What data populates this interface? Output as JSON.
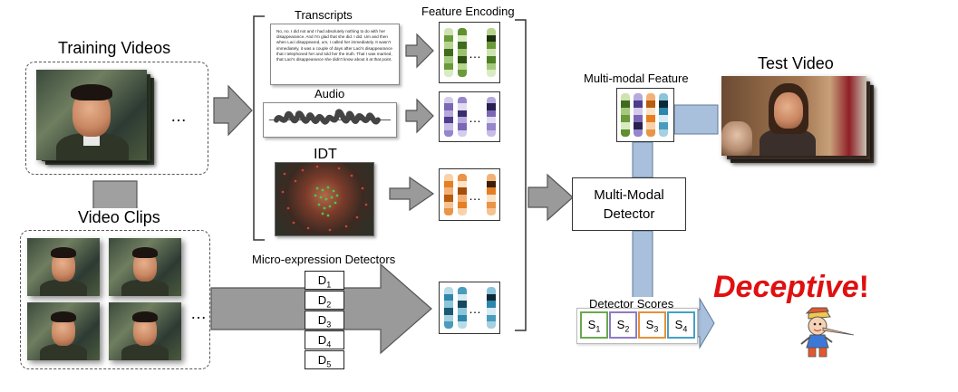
{
  "labels": {
    "training_videos": "Training Videos",
    "video_clips": "Video Clips",
    "transcripts": "Transcripts",
    "audio": "Audio",
    "idt": "IDT",
    "feature_encoding": "Feature Encoding",
    "micro_expression_detectors": "Micro-expression Detectors",
    "multi_modal_feature": "Multi-modal Feature",
    "test_video": "Test Video",
    "multi_modal_detector_line1": "Multi-Modal",
    "multi_modal_detector_line2": "Detector",
    "detector_scores": "Detector Scores",
    "deceptive_word": "Deceptive",
    "deceptive_bang": "!",
    "ellipsis": "…"
  },
  "transcript_text": "No, no. I did not and I had absolutely nothing to do with her disappearance. And I'm glad that she did. I did. Um and then when Laci disappeared, um, I called her immediately. It wasn't immediately, it was a couple of days after Laci's disappearance that I telephoned her and told her the truth. That I was married, that Laci's disappearance she didn't know about it at that point.",
  "detectors": [
    {
      "base": "D",
      "sub": "1"
    },
    {
      "base": "D",
      "sub": "2"
    },
    {
      "base": "D",
      "sub": "3"
    },
    {
      "base": "D",
      "sub": "4"
    },
    {
      "base": "D",
      "sub": "5"
    }
  ],
  "scores": [
    {
      "base": "S",
      "sub": "1",
      "color": "#6aa84f"
    },
    {
      "base": "S",
      "sub": "2",
      "color": "#8e7cc3"
    },
    {
      "base": "S",
      "sub": "3",
      "color": "#e69138"
    },
    {
      "base": "S",
      "sub": "4",
      "color": "#45a1c4"
    }
  ],
  "colors": {
    "arrow_gray": "#9a9a9a",
    "connector_blue": "#a8c0dc",
    "deceptive_red": "#e01010",
    "green_feature": "#6b9a3a",
    "purple_feature": "#7b67b5",
    "orange_feature": "#e67e22",
    "teal_feature": "#2e86ab"
  }
}
